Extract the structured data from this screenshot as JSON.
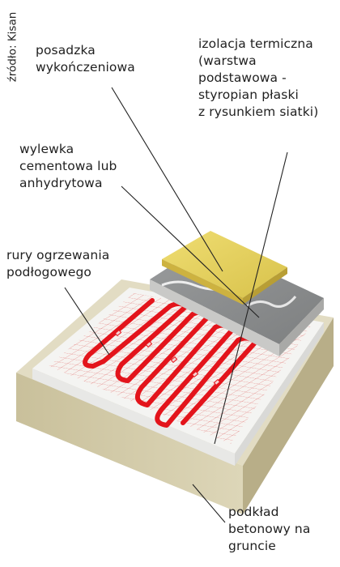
{
  "source": "źródło: Kisan",
  "labels": {
    "finish_flooring": "posadzka\nwykończeniowa",
    "thermal_insulation": "izolacja termiczna\n(warstwa\npodstawowa -\nstyropian płaski\nz rysunkiem siatki)",
    "screed": "wylewka\ncementowa lub\nanhydrytowa",
    "heating_pipes": "rury ogrzewania\npodłogowego",
    "concrete_base": "podkład\nbetonowy na\ngruncie"
  },
  "colors": {
    "pipe": "#e3141b",
    "base_top": "#ded8bf",
    "base_side": "#cfc7a3",
    "insulation": "#f2f2f0",
    "screed": "#8d8f90",
    "flooring": "#e3cf57",
    "grid": "#e34b4b"
  }
}
